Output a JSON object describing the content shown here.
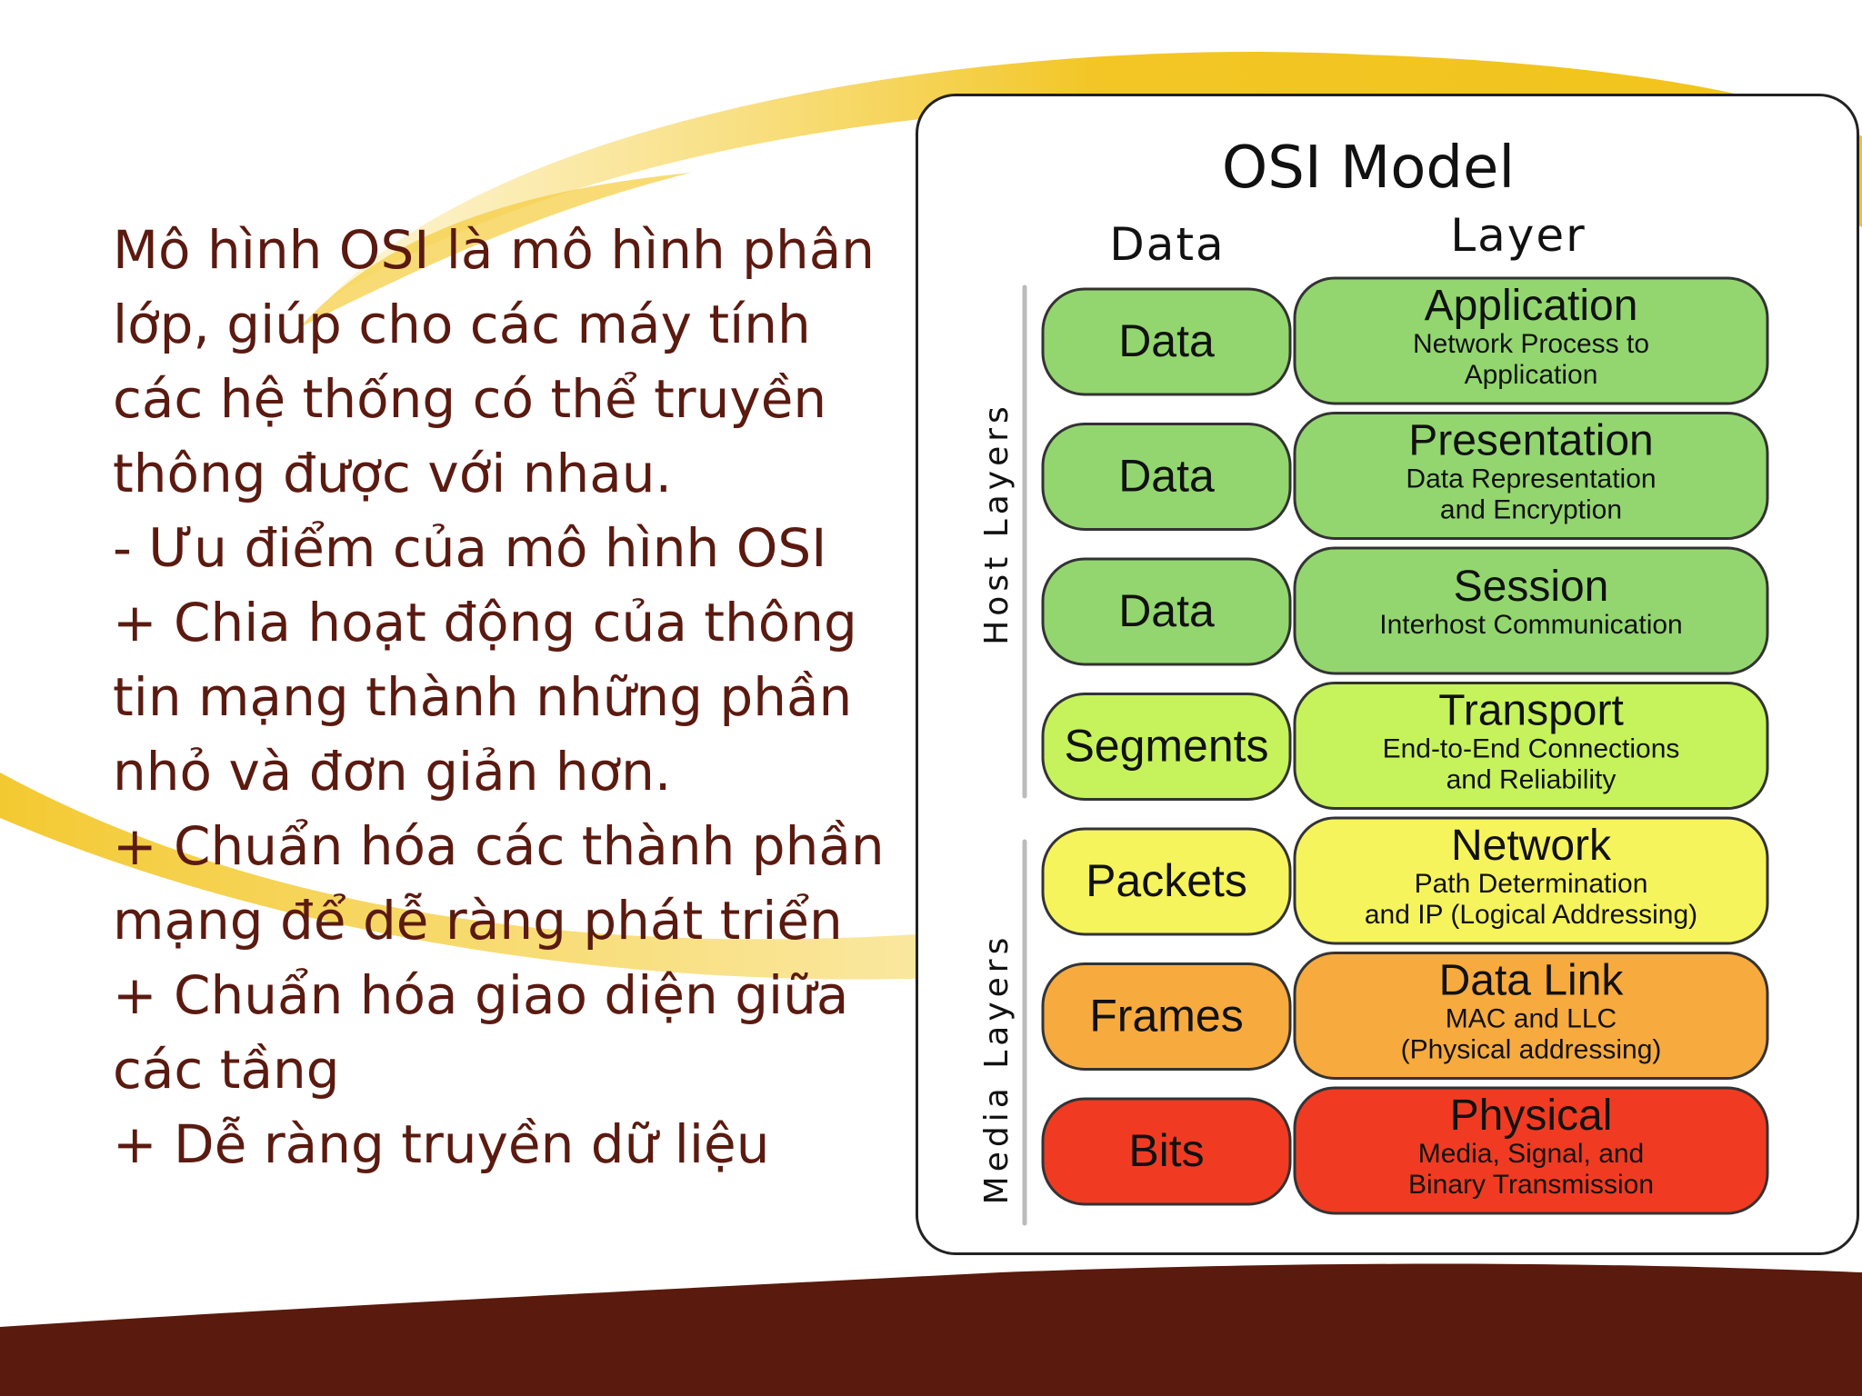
{
  "text_lines": [
    "Mô hình OSI là mô hình phân",
    "lớp, giúp cho các máy tính",
    "các hệ thống có thể truyền",
    "thông được với nhau.",
    "- Ưu điểm của mô hình OSI",
    "+ Chia hoạt động của thông",
    "tin mạng thành những phần",
    "nhỏ và đơn giản hơn.",
    "+ Chuẩn hóa các thành phần",
    "mạng để dễ ràng phát triển",
    "+ Chuẩn hóa giao diện giữa",
    "các tầng",
    "+ Dễ ràng truyền dữ liệu"
  ],
  "diagram": {
    "title": "OSI Model",
    "col_data": "Data",
    "col_layer": "Layer",
    "host_label": "Host Layers",
    "media_label": "Media Layers",
    "layers": [
      {
        "data": "Data",
        "name": "Application",
        "desc": [
          "Network Process to",
          "Application"
        ],
        "color": "#93d66f"
      },
      {
        "data": "Data",
        "name": "Presentation",
        "desc": [
          "Data Representation",
          "and Encryption"
        ],
        "color": "#93d66f"
      },
      {
        "data": "Data",
        "name": "Session",
        "desc": [
          "Interhost Communication"
        ],
        "color": "#93d66f"
      },
      {
        "data": "Segments",
        "name": "Transport",
        "desc": [
          "End-to-End Connections",
          "and Reliability"
        ],
        "color": "#c6f25c"
      },
      {
        "data": "Packets",
        "name": "Network",
        "desc": [
          "Path Determination",
          "and IP (Logical Addressing)"
        ],
        "color": "#f6f45c"
      },
      {
        "data": "Frames",
        "name": "Data Link",
        "desc": [
          "MAC and LLC",
          "(Physical addressing)"
        ],
        "color": "#f7aa3e"
      },
      {
        "data": "Bits",
        "name": "Physical",
        "desc": [
          "Media, Signal, and",
          "Binary Transmission"
        ],
        "color": "#f03b22"
      }
    ]
  },
  "colors": {
    "text": "#5b1a10",
    "swoosh": "#f2c31a",
    "footer": "#5a1a0d"
  }
}
